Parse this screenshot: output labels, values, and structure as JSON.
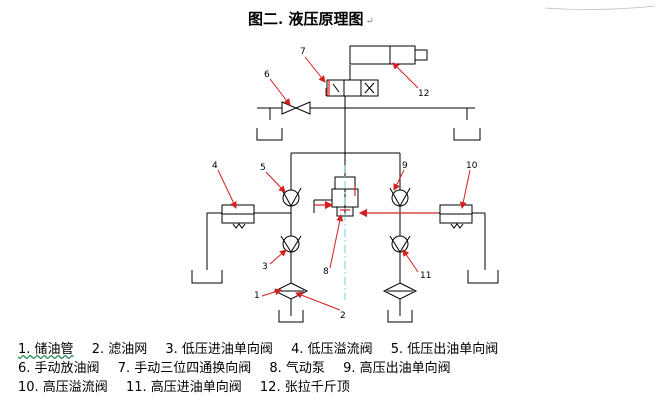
{
  "title": "图二. 液压原理图",
  "paragraph_mark": "↵",
  "callouts": [
    "1",
    "2",
    "3",
    "4",
    "5",
    "6",
    "7",
    "8",
    "9",
    "10",
    "11",
    "12"
  ],
  "legend_rows": [
    [
      "1. 储油管",
      "2. 滤油网",
      "3. 低压进油单向阀",
      "4. 低压溢流阀",
      "5. 低压出油单向阀"
    ],
    [
      "6. 手动放油阀",
      "7. 手动三位四通换向阀",
      "8. 气动泵",
      "9. 高压出油单向阀"
    ],
    [
      "10. 高压溢流阀",
      "11. 高压进油单向阀",
      "12. 张拉千斤顶"
    ]
  ],
  "colors": {
    "line": "#000000",
    "callout": "#d61f1f",
    "centerline": "#4ec9d8",
    "annotation": "#d61f1f"
  }
}
